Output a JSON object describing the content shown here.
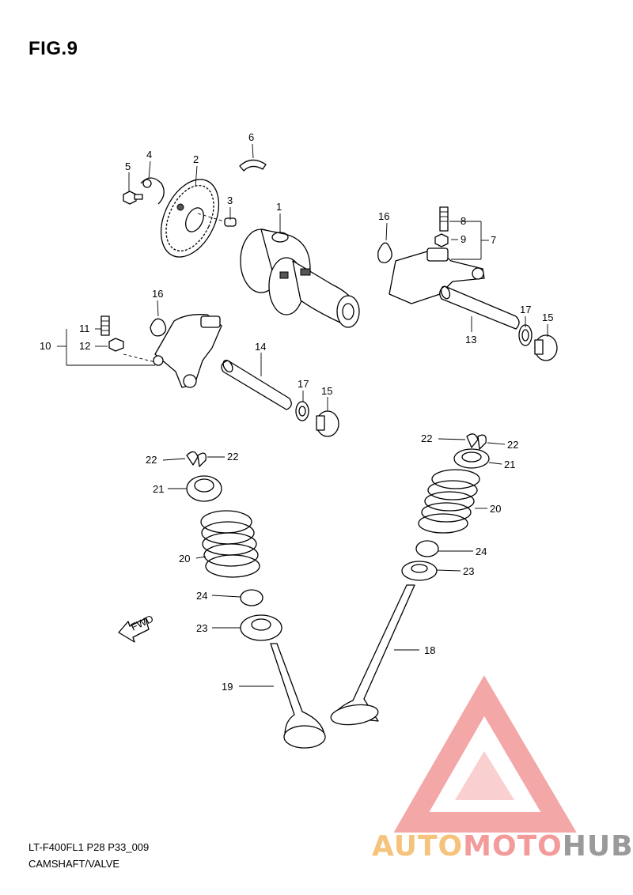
{
  "figure": {
    "title": "FIG.9",
    "model_code": "LT-F400FL1 P28 P33_009",
    "section": "CAMSHAFT/VALVE"
  },
  "callouts": [
    {
      "id": "c1",
      "label": "1"
    },
    {
      "id": "c2",
      "label": "2"
    },
    {
      "id": "c3",
      "label": "3"
    },
    {
      "id": "c4",
      "label": "4"
    },
    {
      "id": "c5",
      "label": "5"
    },
    {
      "id": "c6",
      "label": "6"
    },
    {
      "id": "c7",
      "label": "7"
    },
    {
      "id": "c8",
      "label": "8"
    },
    {
      "id": "c9",
      "label": "9"
    },
    {
      "id": "c10",
      "label": "10"
    },
    {
      "id": "c11",
      "label": "11"
    },
    {
      "id": "c12",
      "label": "12"
    },
    {
      "id": "c13",
      "label": "13"
    },
    {
      "id": "c14",
      "label": "14"
    },
    {
      "id": "c15a",
      "label": "15"
    },
    {
      "id": "c15b",
      "label": "15"
    },
    {
      "id": "c16a",
      "label": "16"
    },
    {
      "id": "c16b",
      "label": "16"
    },
    {
      "id": "c17a",
      "label": "17"
    },
    {
      "id": "c17b",
      "label": "17"
    },
    {
      "id": "c18",
      "label": "18"
    },
    {
      "id": "c19",
      "label": "19"
    },
    {
      "id": "c20a",
      "label": "20"
    },
    {
      "id": "c20b",
      "label": "20"
    },
    {
      "id": "c21a",
      "label": "21"
    },
    {
      "id": "c21b",
      "label": "21"
    },
    {
      "id": "c22a",
      "label": "22"
    },
    {
      "id": "c22b",
      "label": "22"
    },
    {
      "id": "c22c",
      "label": "22"
    },
    {
      "id": "c22d",
      "label": "22"
    },
    {
      "id": "c23a",
      "label": "23"
    },
    {
      "id": "c23b",
      "label": "23"
    },
    {
      "id": "c24a",
      "label": "24"
    },
    {
      "id": "c24b",
      "label": "24"
    }
  ],
  "direction_marker": {
    "label": "FWD"
  },
  "watermark": {
    "part_a": "AUTO",
    "part_b": "MOTO",
    "part_c": "HUB",
    "color_a": "#f5c37b",
    "color_b": "#f39a9a",
    "color_c": "#9a9a9a",
    "logo_color": "#f08a8a"
  }
}
